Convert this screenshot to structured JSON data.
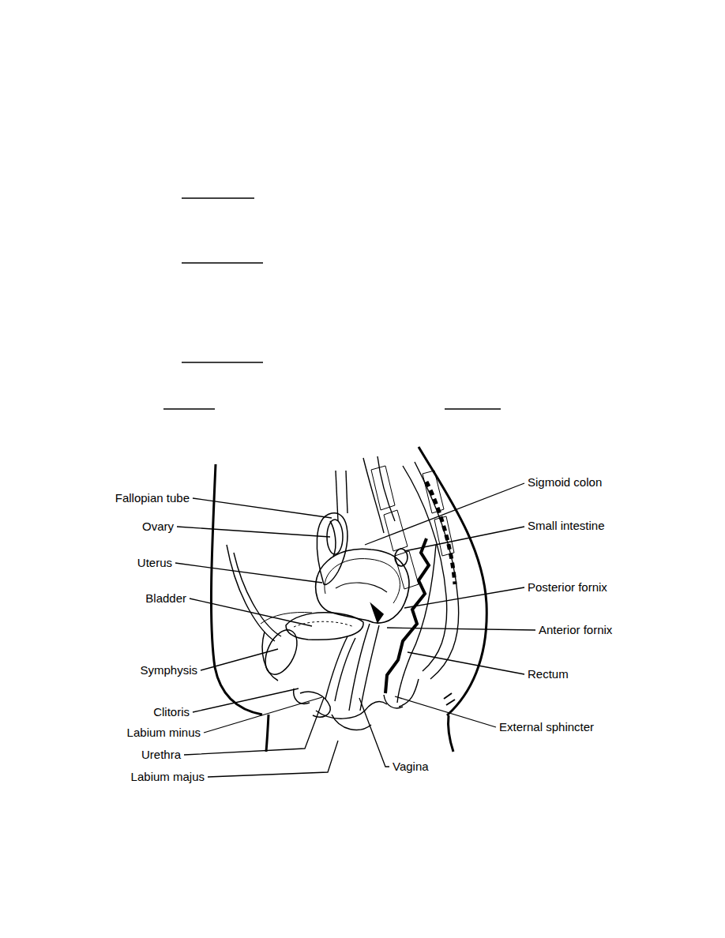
{
  "diagram": {
    "labels": [
      "Fallopian tube",
      "Ovary",
      "Uterus",
      "Bladder",
      "Symphysis",
      "Clitoris",
      "Labium minus",
      "Urethra",
      "Labium majus",
      "Sigmoid colon",
      "Small intestine",
      "Posterior fornix",
      "Anterior fornix",
      "Rectum",
      "External sphincter",
      "Vagina"
    ]
  }
}
